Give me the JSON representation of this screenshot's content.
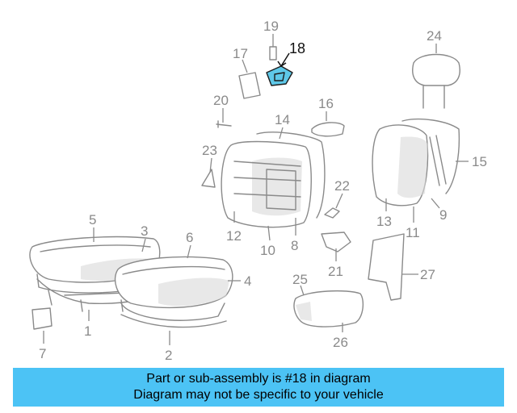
{
  "callouts": [
    "1",
    "2",
    "3",
    "4",
    "5",
    "6",
    "7",
    "8",
    "9",
    "10",
    "11",
    "12",
    "13",
    "14",
    "15",
    "16",
    "17",
    "18",
    "19",
    "20",
    "21",
    "22",
    "23",
    "24",
    "25",
    "26",
    "27"
  ],
  "highlighted_part": "18",
  "banner": {
    "line1": "Part or sub-assembly is #18 in diagram",
    "line2": "Diagram may not be specific to your vehicle"
  },
  "colors": {
    "highlight": "#5ec8e8",
    "banner": "#4cc3f5",
    "line": "#8a8a8a"
  }
}
